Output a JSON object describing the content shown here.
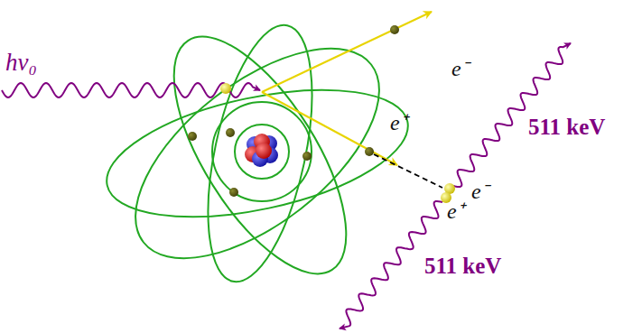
{
  "diagram": {
    "labels": [
      "hν₀",
      "e⁻",
      "e⁺",
      "511 keV",
      "e⁻",
      "e⁺",
      "511 keV"
    ]
  }
}
